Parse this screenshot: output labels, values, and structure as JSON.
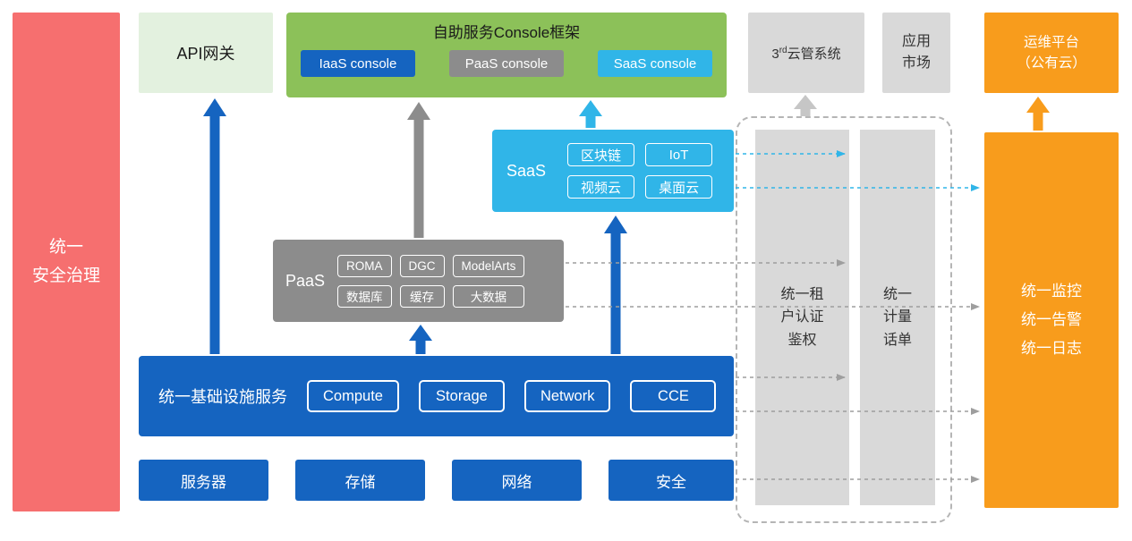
{
  "security_bar": {
    "label": "统一\n安全治理"
  },
  "api_gateway": {
    "label": "API网关"
  },
  "console_framework": {
    "title": "自助服务Console框架",
    "consoles": {
      "iaas": "IaaS console",
      "paas": "PaaS console",
      "saas": "SaaS console"
    }
  },
  "third_party_cloud": {
    "prefix": "3",
    "sup": "rd",
    "rest": "云管系统"
  },
  "app_market": {
    "label": "应用\n市场"
  },
  "ops_platform": {
    "label": "运维平台\n（公有云）"
  },
  "saas": {
    "label": "SaaS",
    "chips": [
      "区块链",
      "IoT",
      "视频云",
      "桌面云"
    ]
  },
  "paas": {
    "label": "PaaS",
    "chips": [
      "ROMA",
      "DGC",
      "ModelArts",
      "数据库",
      "缓存",
      "大数据"
    ]
  },
  "infrastructure": {
    "label": "统一基础设施服务",
    "chips": [
      "Compute",
      "Storage",
      "Network",
      "CCE"
    ]
  },
  "hardware": {
    "items": [
      "服务器",
      "存储",
      "网络",
      "安全"
    ]
  },
  "auth_bar": {
    "label": "统一租\n户认证\n鉴权"
  },
  "billing_bar": {
    "label": "统一\n计量\n话单"
  },
  "monitoring": {
    "label": "统一监控\n统一告警\n统一日志"
  },
  "colors": {
    "red": "#F66F6F",
    "pale_green": "#E3F1DF",
    "green": "#8CC159",
    "blue": "#1564C0",
    "gray": "#8C8C8C",
    "light_gray": "#D9D9D9",
    "cyan": "#30B5E8",
    "orange": "#F89C1C"
  }
}
